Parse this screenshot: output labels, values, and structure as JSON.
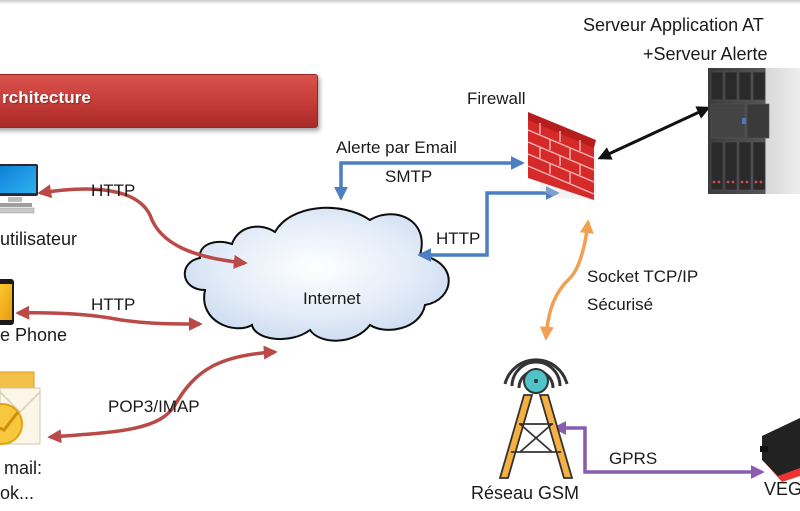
{
  "title": {
    "banner": "rchitecture"
  },
  "nodes": {
    "server": {
      "line1": "Serveur Application AT",
      "line2": "+Serveur Alerte"
    },
    "firewall": {
      "label": "Firewall"
    },
    "internet": {
      "label": "Internet"
    },
    "desktop": {
      "label": "utilisateur"
    },
    "phone": {
      "label": "e Phone"
    },
    "mail": {
      "line1": "mail:",
      "line2": "ok..."
    },
    "gsm": {
      "label": "Réseau GSM"
    },
    "device": {
      "label": "VEG"
    }
  },
  "links": {
    "desktop_http": "HTTP",
    "phone_http": "HTTP",
    "mail_pop": "POP3/IMAP",
    "email_alert": "Alerte par Email",
    "smtp": "SMTP",
    "fw_http": "HTTP",
    "socket_line1": "Socket TCP/IP",
    "socket_line2": "Sécurisé",
    "gprs": "GPRS"
  },
  "colors": {
    "banner": "#c43b37",
    "red_link": "#b94a48",
    "blue_link": "#4a7fc1",
    "orange_link": "#f0a050",
    "purple_link": "#8a5cb0",
    "black_link": "#111111",
    "firewall": "#d62a2a",
    "tower_legs": "#f5b041",
    "tower_head": "#4fc3c8"
  }
}
